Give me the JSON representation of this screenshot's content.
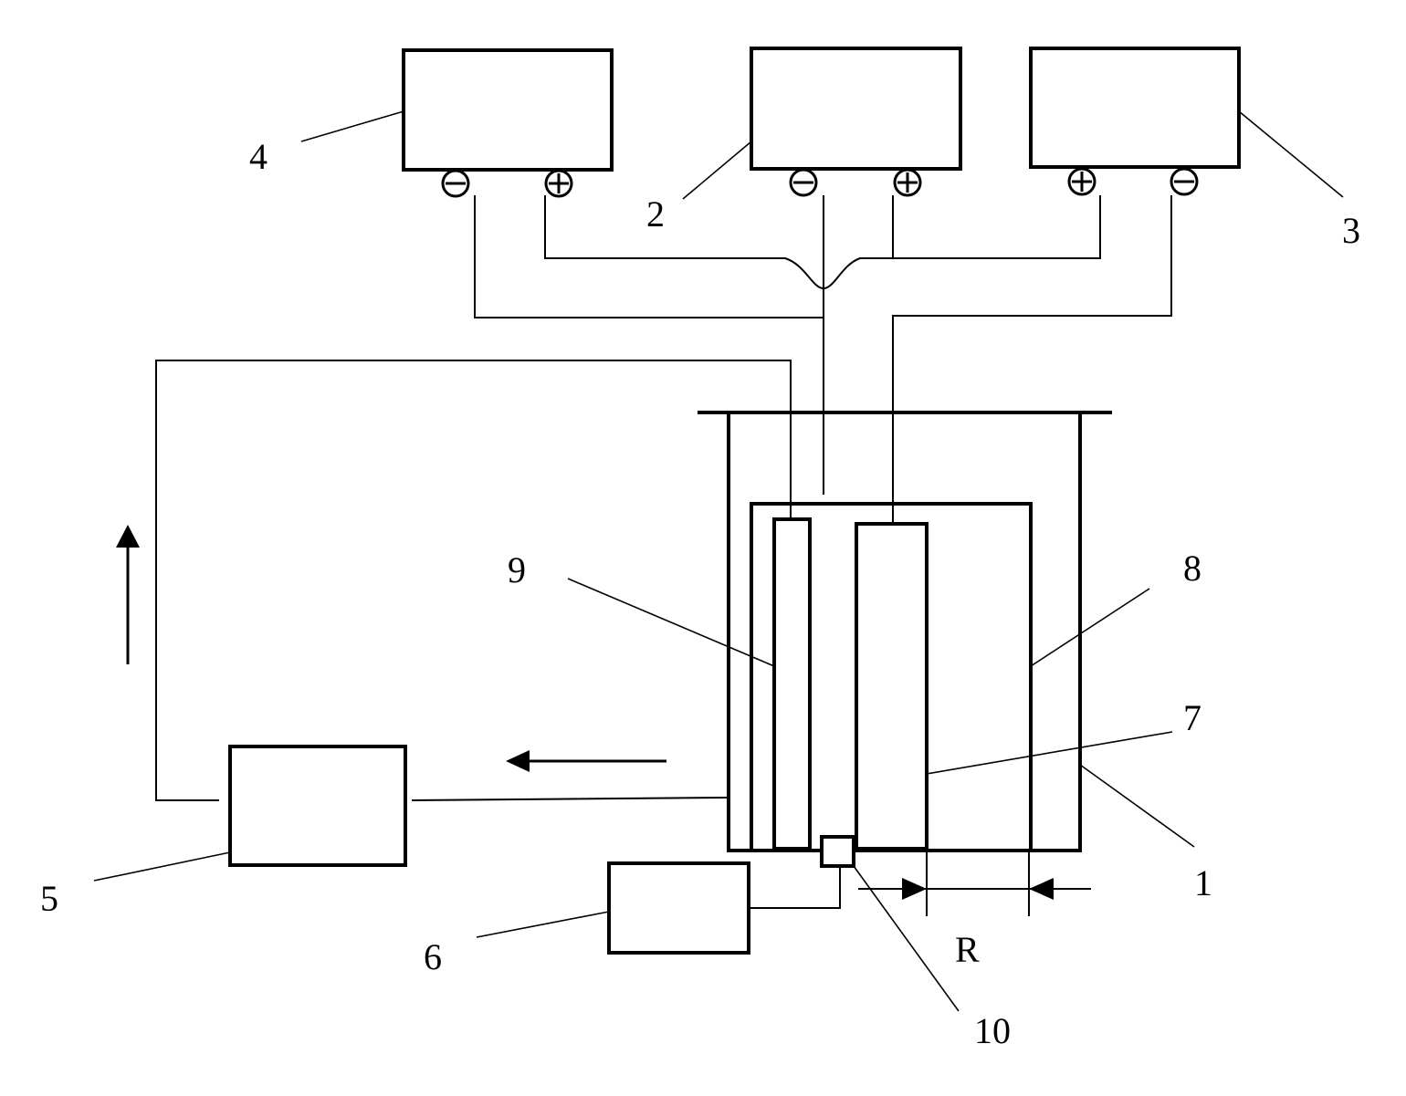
{
  "labels": {
    "part_1": "1",
    "part_2": "2",
    "part_3": "3",
    "part_4": "4",
    "part_5": "5",
    "part_6": "6",
    "part_7": "7",
    "part_8": "8",
    "part_9": "9",
    "part_10": "10",
    "dimension_r": "R"
  },
  "terminal_symbols": {
    "negative": "minus-circle-icon",
    "positive": "plus-circle-icon"
  }
}
